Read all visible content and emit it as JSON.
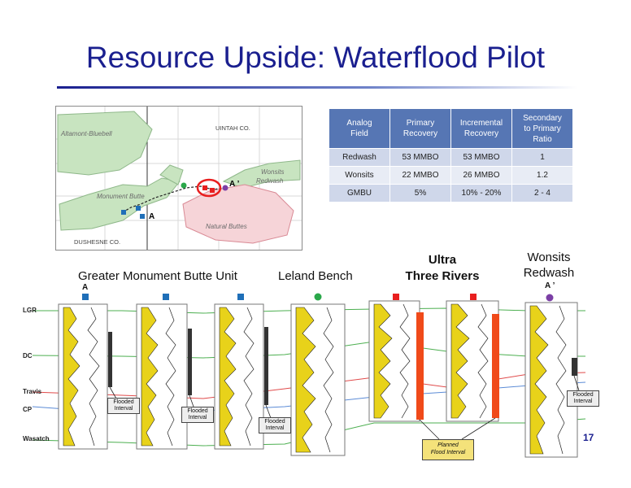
{
  "title": "Resource Upside: Waterflood Pilot",
  "map": {
    "fields": [
      "Altamont-Bluebell",
      "Monument Butte",
      "Natural Buttes",
      "Wonsits",
      "Redwash"
    ],
    "counties": [
      "UINTAH CO.",
      "DUSHESNE CO."
    ],
    "section_points": {
      "start": "A",
      "end": "A ’"
    }
  },
  "table": {
    "headers": [
      "Analog\nField",
      "Primary\nRecovery",
      "Incremental\nRecovery",
      "Secondary\nto Primary\nRatio"
    ],
    "rows": [
      [
        "Redwash",
        "53 MMBO",
        "53 MMBO",
        "1"
      ],
      [
        "Wonsits",
        "22 MMBO",
        "26 MMBO",
        "1.2"
      ],
      [
        "GMBU",
        "5%",
        "10% - 20%",
        "2 - 4"
      ]
    ]
  },
  "section": {
    "groups": {
      "gmbu": "Greater Monument Butte Unit",
      "leland": "Leland Bench",
      "ultra_line1": "Ultra",
      "ultra_line2": "Three Rivers",
      "wonsits_line1": "Wonsits",
      "wonsits_line2": "Redwash"
    },
    "points": {
      "start": "A",
      "end": "A ’"
    },
    "horizons": [
      "LGR",
      "DC",
      "Travis",
      "CP",
      "Wasatch"
    ],
    "callouts": {
      "flooded_1": "Flooded\nInterval",
      "flooded_2": "Flooded\nInterval",
      "flooded_3": "Flooded\nInterval",
      "flooded_4": "Flooded\nInterval",
      "planned": "Planned\nFlood Interval"
    },
    "colors": {
      "gmbu": "#1f6fb8",
      "leland": "#2aa84a",
      "ultra": "#e81f1f",
      "wonsits": "#7b3fa5",
      "log_fill": "#e8d21a"
    }
  },
  "page_number": "17"
}
